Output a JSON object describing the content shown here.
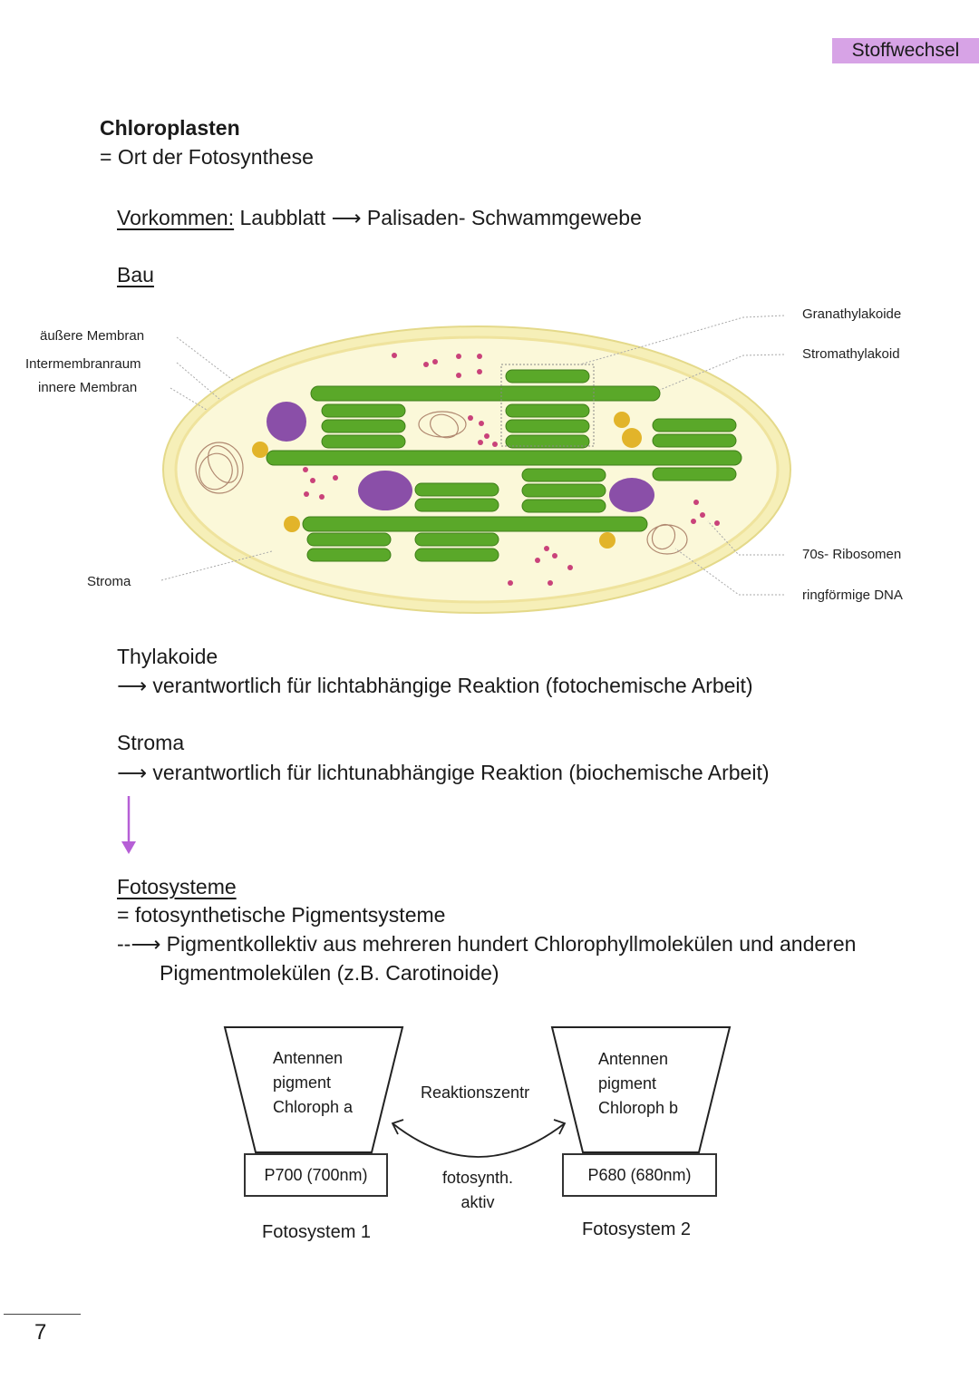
{
  "header": {
    "tag": "Stoffwechsel"
  },
  "section": {
    "title": "Chloroplasten",
    "subtitle": "= Ort der Fotosynthese",
    "vorkommen_label": "Vorkommen:",
    "vorkommen_text": "Laubblatt ⟶ Palisaden- Schwammgewebe",
    "bau_label": "Bau"
  },
  "diagram": {
    "labels_left": {
      "outer_membrane": "äußere Membran",
      "intermembrane": "Intermembranraum",
      "inner_membrane": "innere Membran",
      "stroma": "Stroma"
    },
    "labels_right": {
      "grana": "Granathylakoide",
      "stroma_thylakoid": "Stromathylakoid",
      "ribosomes": "70s- Ribosomen",
      "dna": "ringförmige DNA"
    },
    "colors": {
      "membrane": "#f3ecb0",
      "stroma": "#fbf8d8",
      "thylakoid": "#5aa829",
      "thylakoid_dark": "#3f7e1a",
      "starch": "#8a4fa8",
      "lipid": "#e2b42a",
      "ribosome": "#c9427a"
    }
  },
  "notes": {
    "thylakoide_title": "Thylakoide",
    "thylakoide_text": "⟶ verantwortlich für lichtabhängige Reaktion (fotochemische Arbeit)",
    "stroma_title": "Stroma",
    "stroma_text": "⟶ verantwortlich für lichtunabhängige Reaktion (biochemische Arbeit)",
    "arrow_color": "#b65fd6"
  },
  "fotosysteme": {
    "title": "Fotosysteme",
    "definition": "= fotosynthetische Pigmentsysteme",
    "detail_line1": "--⟶ Pigmentkollektiv aus mehreren hundert Chlorophyllmolekülen und anderen",
    "detail_line2": "Pigmentmolekülen (z.B. Carotinoide)"
  },
  "photosystems": {
    "ps1": {
      "line1": "Antennen",
      "line2": "pigment",
      "line3": "Chloroph a",
      "center": "P700 (700nm)",
      "name": "Fotosystem 1"
    },
    "ps2": {
      "line1": "Antennen",
      "line2": "pigment",
      "line3": "Chloroph b",
      "center": "P680 (680nm)",
      "name": "Fotosystem 2"
    },
    "middle_top": "Reaktionszentr",
    "middle_bottom_1": "fotosynth.",
    "middle_bottom_2": "aktiv"
  },
  "footer": {
    "page": "7"
  }
}
